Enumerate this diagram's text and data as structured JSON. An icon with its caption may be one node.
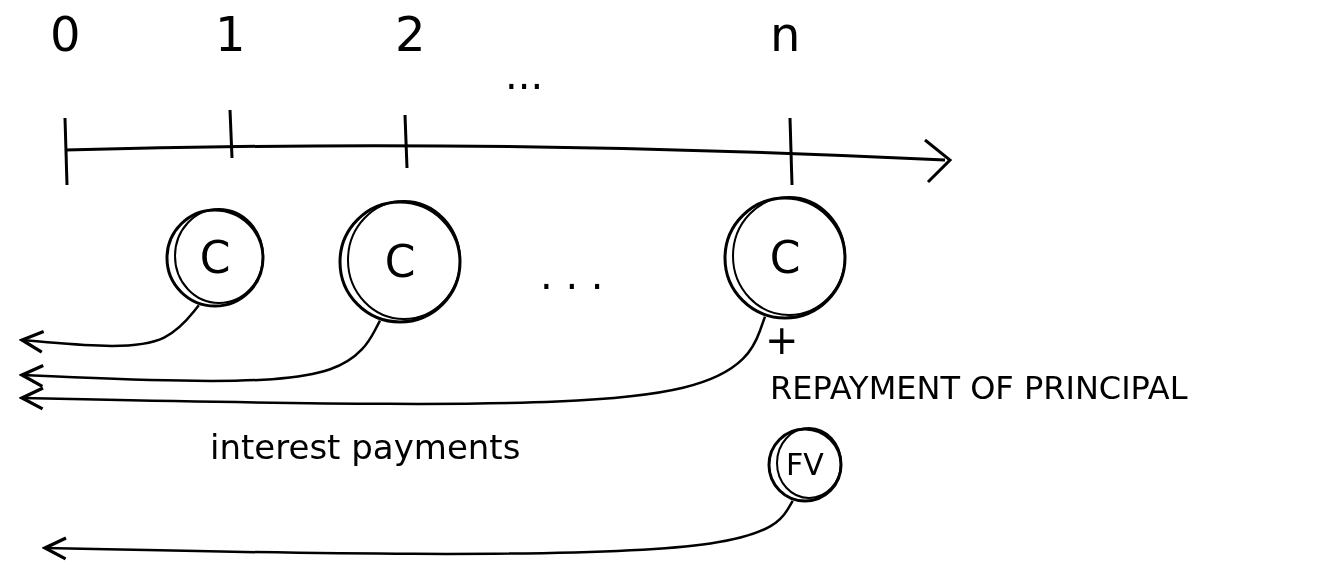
{
  "diagram": {
    "nodes": [
      {
        "text": [
          "C"
        ]
      },
      {
        "text": [
          "C"
        ]
      },
      {
        "text": [
          "C"
        ]
      },
      {
        "text": [
          "FV"
        ],
        "beside": [
          "REPAYMENT OF PRINCIPAL"
        ]
      }
    ],
    "edges": [
      {
        "from": 0,
        "to": null,
        "arrow": "to"
      },
      {
        "from": 1,
        "to": null,
        "arrow": "to"
      },
      {
        "from": 2,
        "to": null,
        "arrow": "to"
      },
      {
        "from": 3,
        "to": null,
        "arrow": "to"
      }
    ],
    "labels": [
      "0",
      "1",
      "2",
      "...",
      "n",
      ". . .",
      "+",
      "interest payments"
    ]
  }
}
